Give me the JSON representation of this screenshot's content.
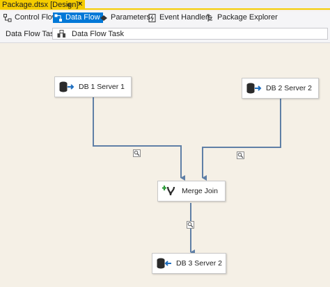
{
  "document_tab": {
    "title": "Package.dtsx [Design]*",
    "pin_glyph": "⊕",
    "close_glyph": "✕"
  },
  "designer_tabs": [
    {
      "label": "Control Flow",
      "icon": "control-flow-icon",
      "active": false
    },
    {
      "label": "Data Flow",
      "icon": "data-flow-icon",
      "active": true
    },
    {
      "label": "Parameters",
      "icon": "parameters-icon",
      "active": false
    },
    {
      "label": "Event Handlers",
      "icon": "event-handlers-icon",
      "active": false
    },
    {
      "label": "Package Explorer",
      "icon": "package-explorer-icon",
      "active": false
    }
  ],
  "task_selector": {
    "label": "Data Flow Task:",
    "value": "Data Flow Task",
    "icon": "data-flow-task-icon"
  },
  "components": {
    "source1": {
      "label": "DB 1 Server 1",
      "icon": "ado-source-icon"
    },
    "source2": {
      "label": "DB 2 Server 2",
      "icon": "ado-source-icon"
    },
    "merge": {
      "label": "Merge Join",
      "icon": "merge-join-icon"
    },
    "dest": {
      "label": "DB 3 Server 2",
      "icon": "ado-destination-icon"
    }
  },
  "colors": {
    "accent_tab": "#f5cc00",
    "active_tab": "#0078d7",
    "canvas": "#f5f0e6",
    "path": "#5f7fa6"
  }
}
